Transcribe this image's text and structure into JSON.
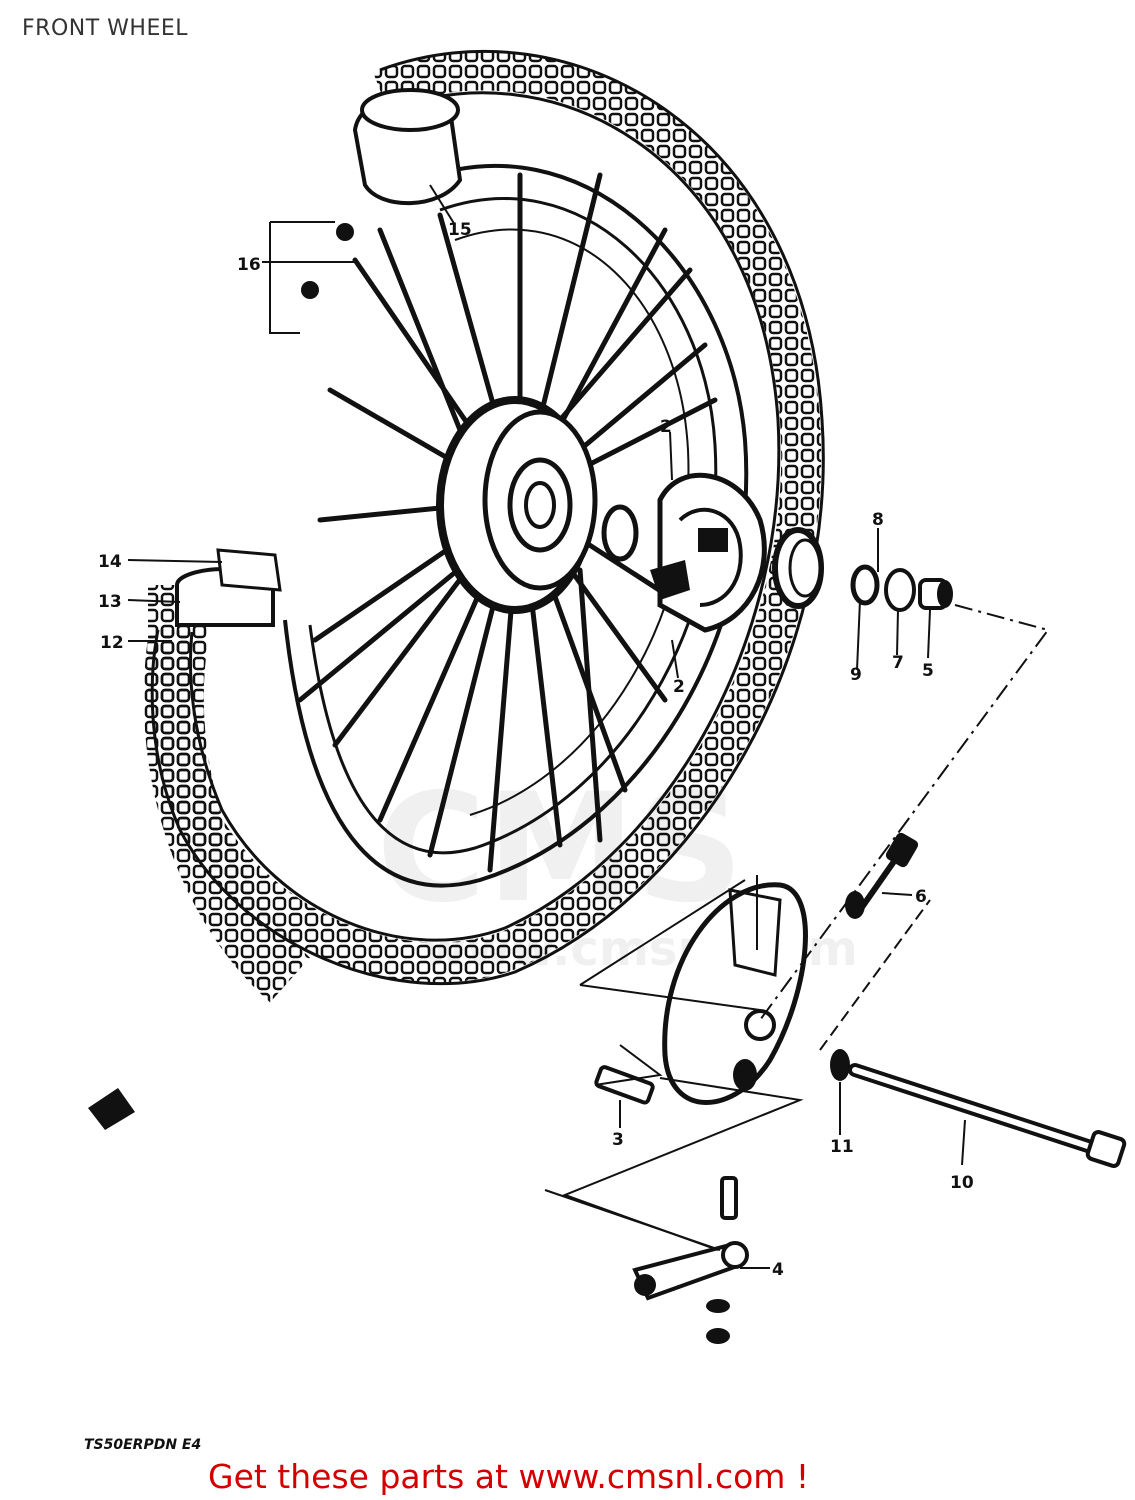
{
  "page": {
    "title": "FRONT WHEEL",
    "diagram_code": "TS50ERPDN E4",
    "footer_link": "Get these parts at www.cmsnl.com !",
    "watermark": "CMS www.cmsnl.com"
  },
  "callouts": [
    {
      "id": "label-2a",
      "text": "2"
    },
    {
      "id": "label-2b",
      "text": "2"
    },
    {
      "id": "label-3",
      "text": "3"
    },
    {
      "id": "label-4",
      "text": "4"
    },
    {
      "id": "label-5",
      "text": "5"
    },
    {
      "id": "label-6",
      "text": "6"
    },
    {
      "id": "label-7",
      "text": "7"
    },
    {
      "id": "label-8",
      "text": "8"
    },
    {
      "id": "label-9",
      "text": "9"
    },
    {
      "id": "label-10",
      "text": "10"
    },
    {
      "id": "label-11",
      "text": "11"
    },
    {
      "id": "label-12",
      "text": "12"
    },
    {
      "id": "label-13",
      "text": "13"
    },
    {
      "id": "label-14",
      "text": "14"
    },
    {
      "id": "label-15",
      "text": "15"
    },
    {
      "id": "label-16",
      "text": "16"
    }
  ],
  "colors": {
    "ink": "#111111",
    "footer": "#d40000",
    "watermark": "#c8c8c8"
  }
}
